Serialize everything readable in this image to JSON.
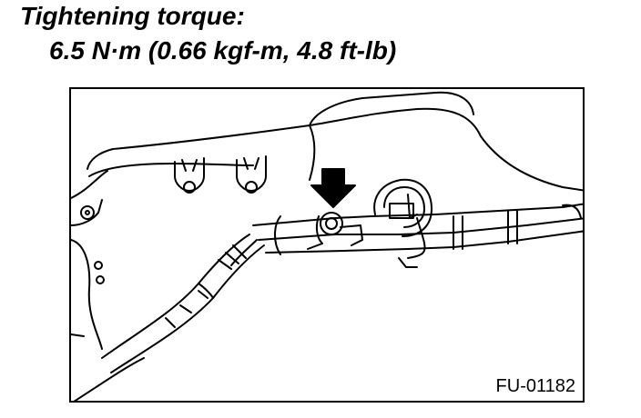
{
  "spec": {
    "title": "Tightening torque:",
    "value": "6.5 N·m (0.66 kgf-m, 4.8 ft-lb)"
  },
  "figure": {
    "code": "FU-01182"
  },
  "colors": {
    "line": "#000000",
    "background": "#ffffff"
  }
}
